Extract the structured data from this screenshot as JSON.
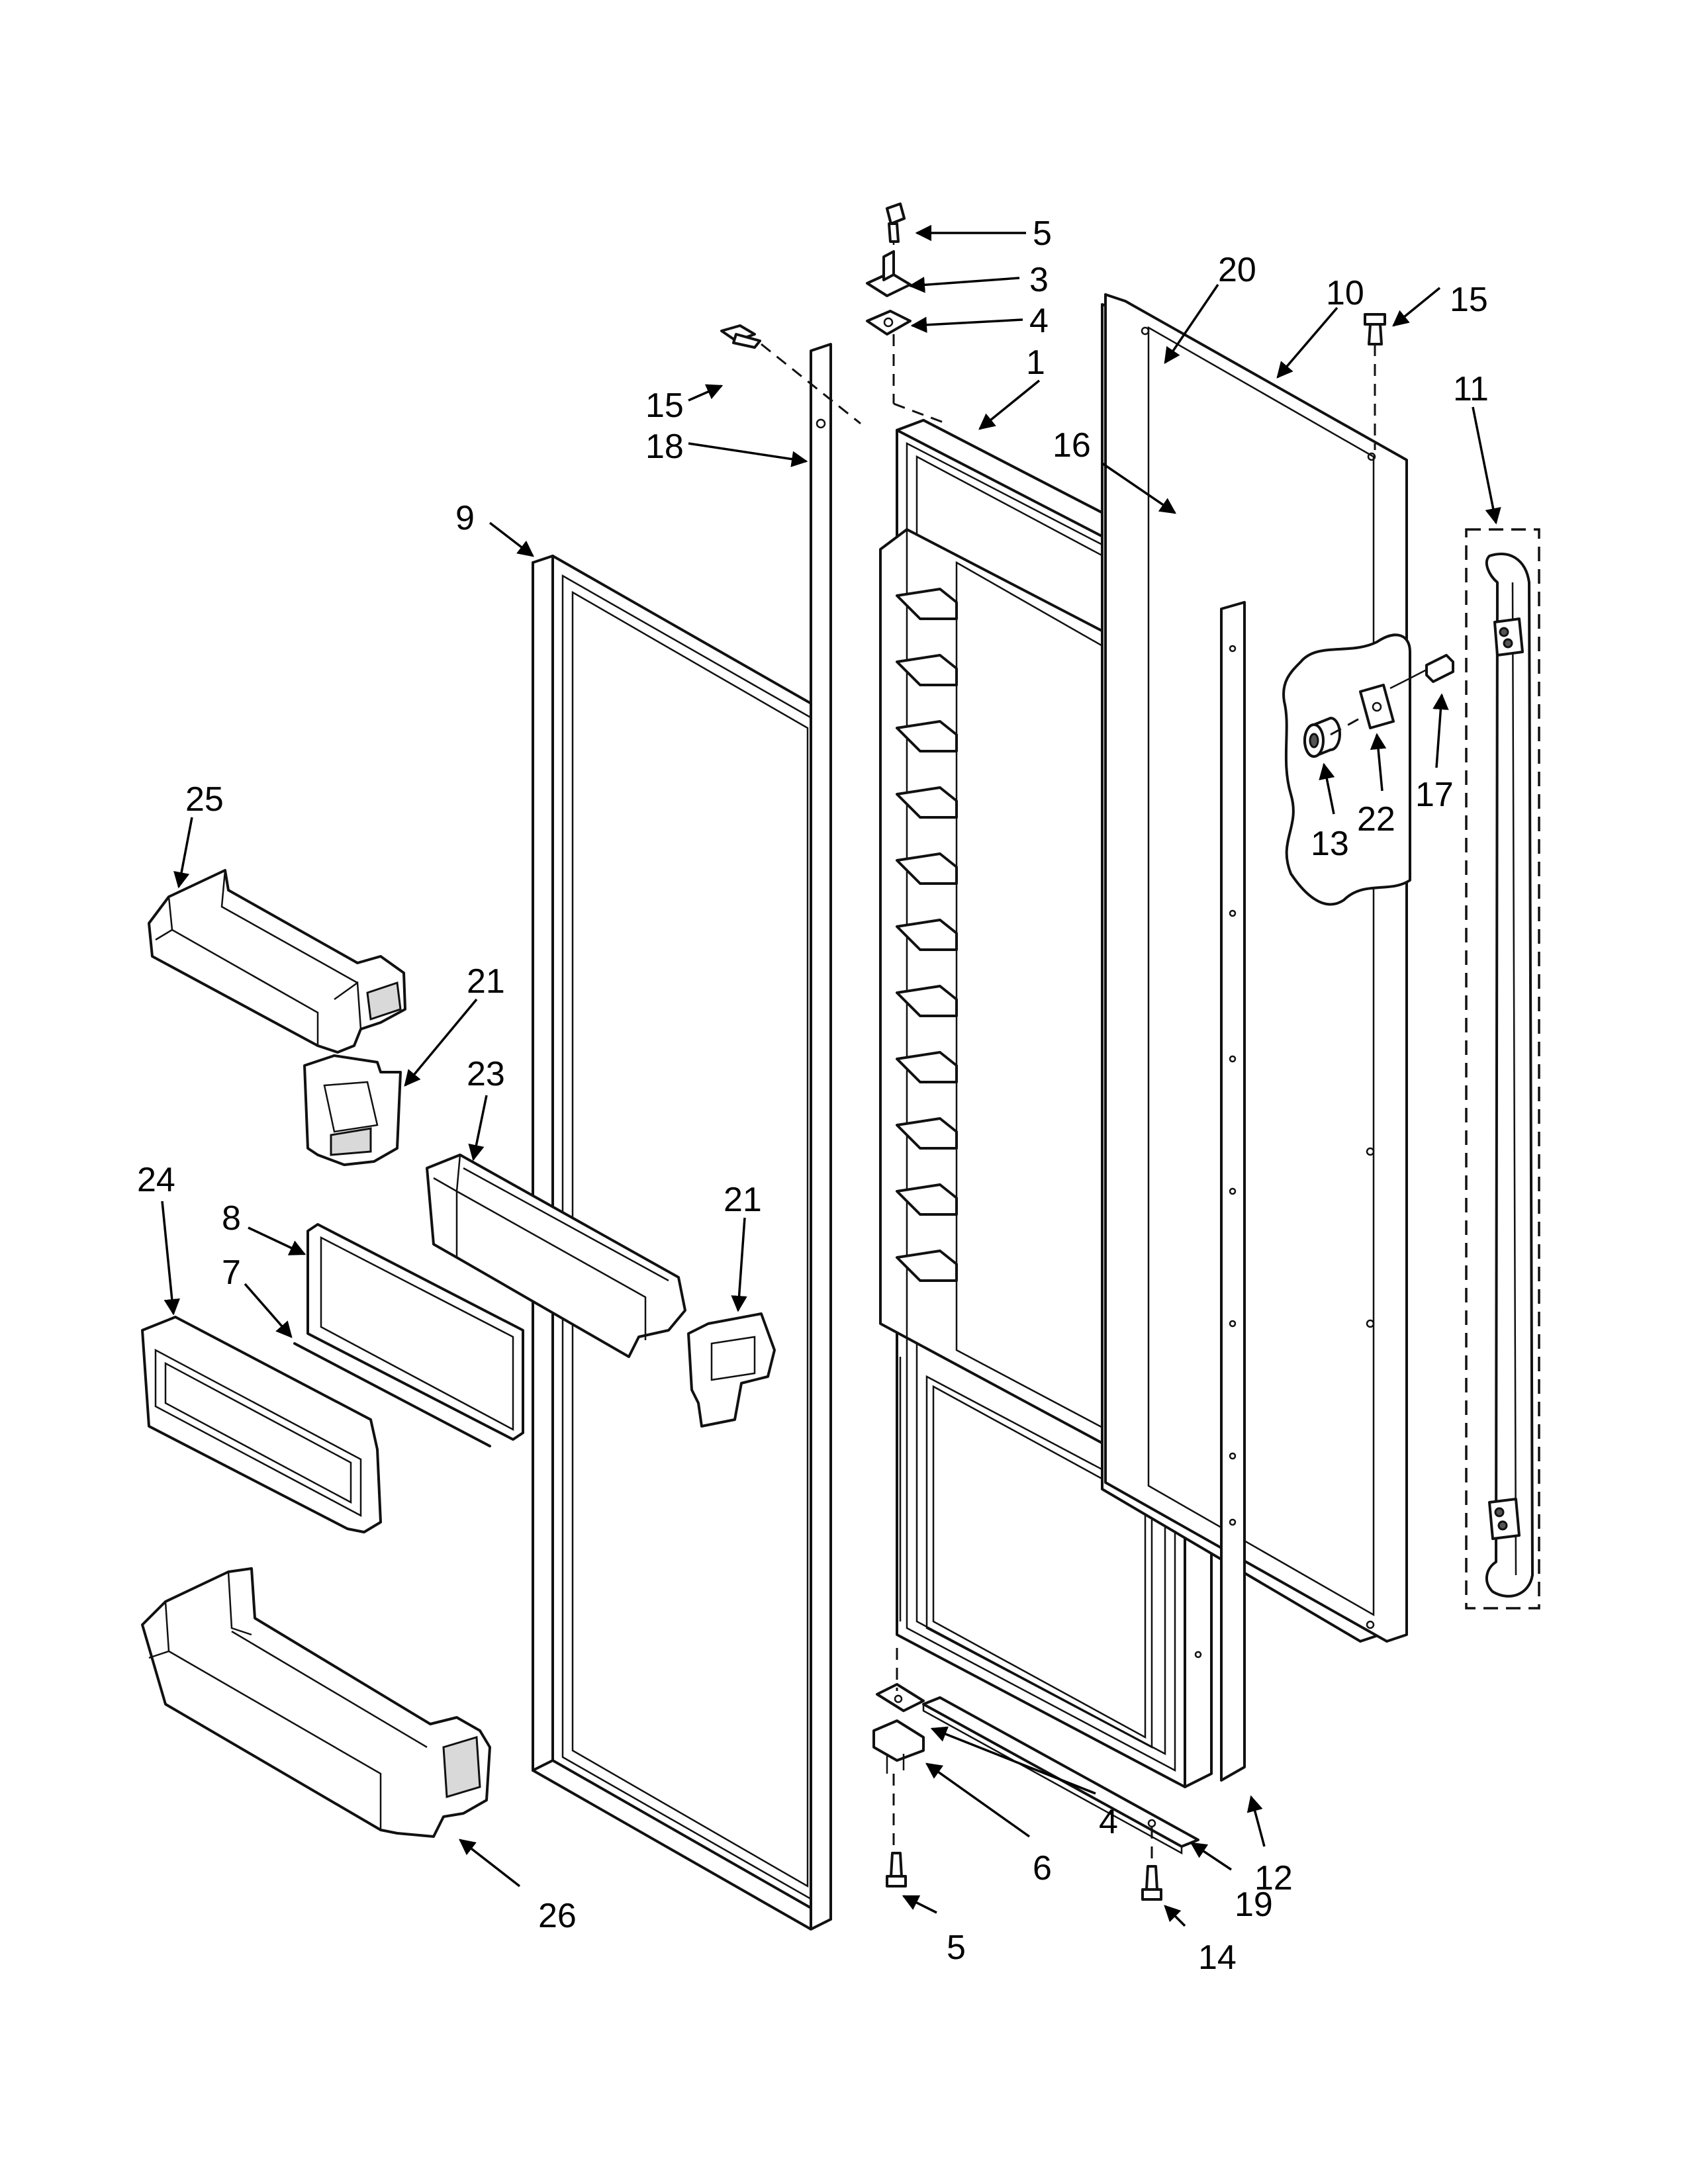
{
  "callouts": [
    {
      "id": "c5a",
      "label": "5"
    },
    {
      "id": "c3",
      "label": "3"
    },
    {
      "id": "c4a",
      "label": "4"
    },
    {
      "id": "c20",
      "label": "20"
    },
    {
      "id": "c10",
      "label": "10"
    },
    {
      "id": "c15a",
      "label": "15"
    },
    {
      "id": "c11",
      "label": "11"
    },
    {
      "id": "c1",
      "label": "1"
    },
    {
      "id": "c15b",
      "label": "15"
    },
    {
      "id": "c18",
      "label": "18"
    },
    {
      "id": "c16",
      "label": "16"
    },
    {
      "id": "c9",
      "label": "9"
    },
    {
      "id": "c17",
      "label": "17"
    },
    {
      "id": "c22",
      "label": "22"
    },
    {
      "id": "c13",
      "label": "13"
    },
    {
      "id": "c25",
      "label": "25"
    },
    {
      "id": "c21a",
      "label": "21"
    },
    {
      "id": "c23",
      "label": "23"
    },
    {
      "id": "c24",
      "label": "24"
    },
    {
      "id": "c8",
      "label": "8"
    },
    {
      "id": "c21b",
      "label": "21"
    },
    {
      "id": "c7",
      "label": "7"
    },
    {
      "id": "c4b",
      "label": "4"
    },
    {
      "id": "c6",
      "label": "6"
    },
    {
      "id": "c12",
      "label": "12"
    },
    {
      "id": "c19",
      "label": "19"
    },
    {
      "id": "c26",
      "label": "26"
    },
    {
      "id": "c5b",
      "label": "5"
    },
    {
      "id": "c14",
      "label": "14"
    }
  ]
}
